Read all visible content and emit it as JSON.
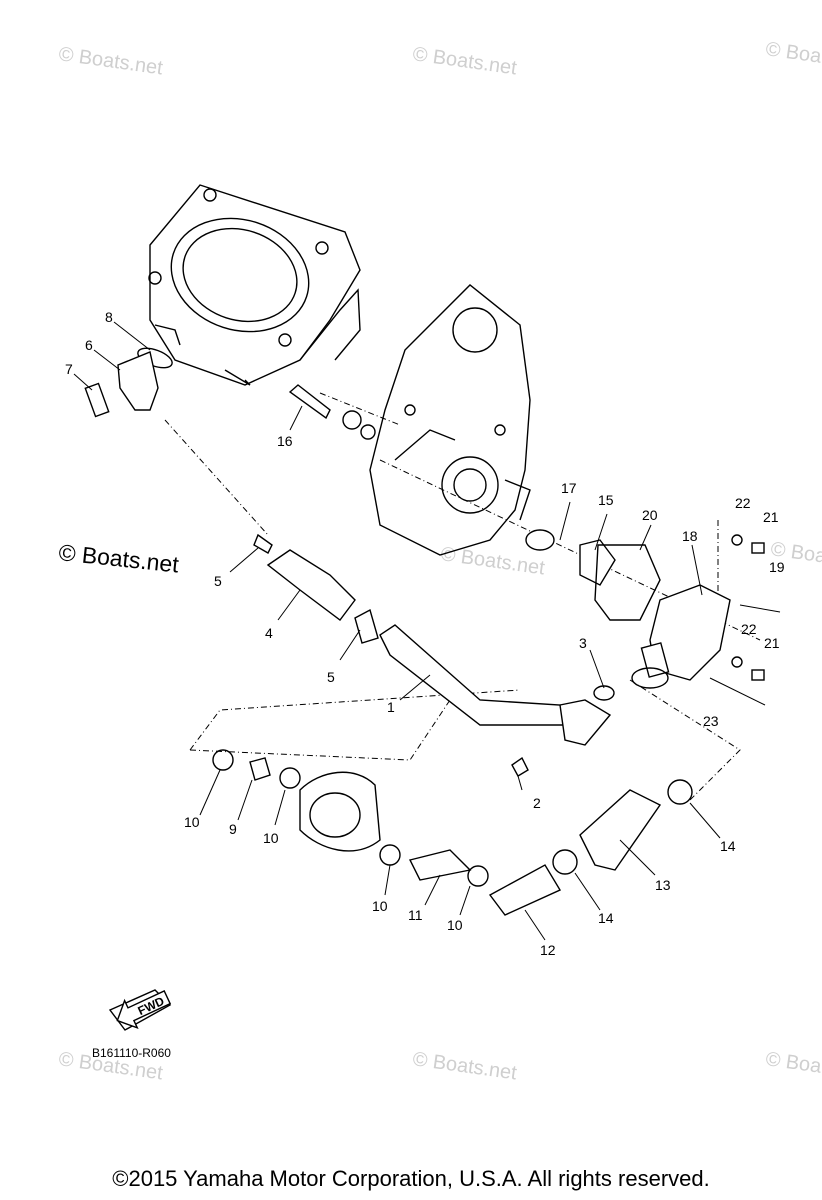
{
  "diagram_code": "B161110-R060",
  "fwd_label": "FWD",
  "copyright": "©2015 Yamaha Motor Corporation, U.S.A. All rights reserved.",
  "watermark": "© Boats.net",
  "watermark_mid": "© Boats.net",
  "callouts": {
    "c1": "1",
    "c2": "2",
    "c3": "3",
    "c4": "4",
    "c5a": "5",
    "c5b": "5",
    "c6": "6",
    "c7": "7",
    "c8": "8",
    "c9": "9",
    "c10a": "10",
    "c10b": "10",
    "c10c": "10",
    "c10d": "10",
    "c11": "11",
    "c12": "12",
    "c13": "13",
    "c14a": "14",
    "c14b": "14",
    "c15": "15",
    "c16": "16",
    "c17": "17",
    "c18": "18",
    "c19": "19",
    "c20": "20",
    "c21a": "21",
    "c21b": "21",
    "c22a": "22",
    "c22b": "22",
    "c23": "23"
  }
}
